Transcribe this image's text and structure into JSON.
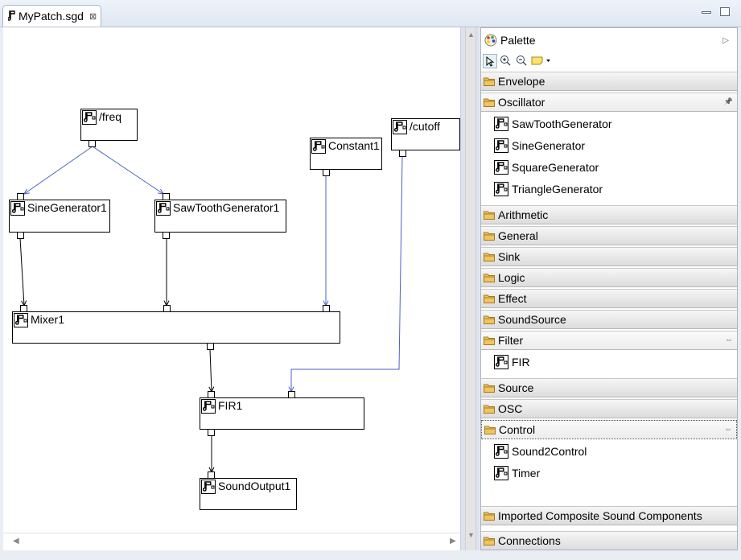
{
  "editor": {
    "tab_label": "MyPatch.sgd",
    "tab_close_glyph": "⊠",
    "minimize_icon": "minimize-icon",
    "maximize_icon": "maximize-icon"
  },
  "diagram": {
    "nodes": [
      {
        "id": "freq",
        "label": "/freq"
      },
      {
        "id": "cutoff",
        "label": "/cutoff"
      },
      {
        "id": "constant1",
        "label": "Constant1"
      },
      {
        "id": "sine",
        "label": "SineGenerator1"
      },
      {
        "id": "saw",
        "label": "SawToothGenerator1"
      },
      {
        "id": "mixer",
        "label": "Mixer1"
      },
      {
        "id": "fir",
        "label": "FIR1"
      },
      {
        "id": "output",
        "label": "SoundOutput1"
      }
    ],
    "connections": [
      {
        "from": "freq",
        "to": "sine",
        "kind": "control"
      },
      {
        "from": "freq",
        "to": "saw",
        "kind": "control"
      },
      {
        "from": "constant1",
        "to": "mixer",
        "kind": "control"
      },
      {
        "from": "cutoff",
        "to": "fir",
        "kind": "control"
      },
      {
        "from": "sine",
        "to": "mixer",
        "kind": "audio"
      },
      {
        "from": "saw",
        "to": "mixer",
        "kind": "audio"
      },
      {
        "from": "mixer",
        "to": "fir",
        "kind": "audio"
      },
      {
        "from": "fir",
        "to": "output",
        "kind": "audio"
      }
    ],
    "colors": {
      "control_edge": "#4b5fc9",
      "audio_edge": "#000000"
    }
  },
  "palette": {
    "title": "Palette",
    "tools": [
      "select-arrow-icon",
      "zoom-in-icon",
      "zoom-out-icon",
      "note-icon"
    ],
    "drawers": [
      {
        "label": "Envelope",
        "open": false,
        "items": []
      },
      {
        "label": "Oscillator",
        "open": true,
        "pin": "pin-icon",
        "items": [
          "SawToothGenerator",
          "SineGenerator",
          "SquareGenerator",
          "TriangleGenerator"
        ]
      },
      {
        "label": "Arithmetic",
        "open": false,
        "items": []
      },
      {
        "label": "General",
        "open": false,
        "items": []
      },
      {
        "label": "Sink",
        "open": false,
        "items": []
      },
      {
        "label": "Logic",
        "open": false,
        "items": []
      },
      {
        "label": "Effect",
        "open": false,
        "items": []
      },
      {
        "label": "SoundSource",
        "open": false,
        "items": []
      },
      {
        "label": "Filter",
        "open": true,
        "pin": "unpin-icon",
        "items": [
          "FIR"
        ]
      },
      {
        "label": "Source",
        "open": false,
        "items": []
      },
      {
        "label": "OSC",
        "open": false,
        "items": []
      },
      {
        "label": "Control",
        "open": true,
        "pin": "unpin-icon",
        "items": [
          "Sound2Control",
          "Timer"
        ]
      }
    ],
    "footer_drawers": [
      {
        "label": "Imported Composite Sound Components"
      },
      {
        "label": "Connections"
      }
    ]
  }
}
